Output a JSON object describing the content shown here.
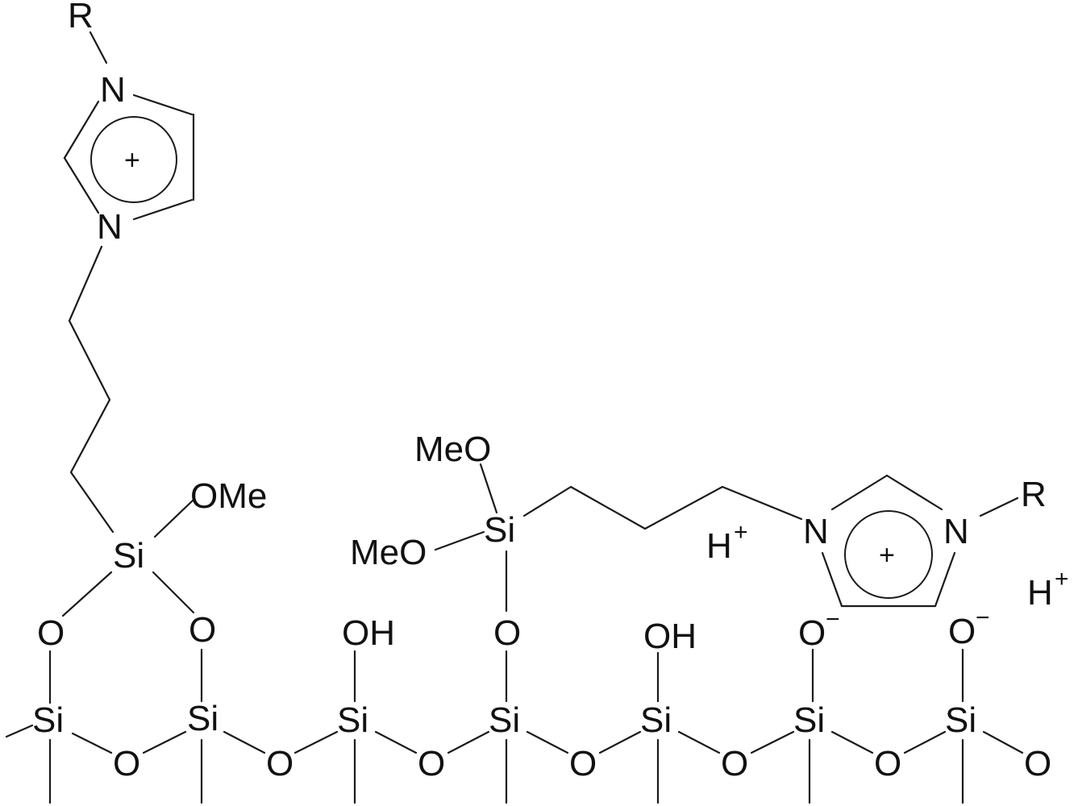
{
  "labels": {
    "r_top": "R",
    "n_top_1": "N",
    "ring_charge_left": "+",
    "n_top_2": "N",
    "ome_left": "OMe",
    "si_left": "Si",
    "meo_upper": "MeO",
    "meo_lower": "MeO",
    "si_right": "Si",
    "h_plus_1": "H",
    "h_plus_1_sup": "+",
    "n_right_1": "N",
    "ring_charge_right": "+",
    "n_right_2": "N",
    "r_right": "R",
    "h_plus_2": "H",
    "h_plus_2_sup": "+",
    "o_1": "O",
    "o_2": "O",
    "oh_1": "OH",
    "o_3": "O",
    "oh_2": "OH",
    "o_minus_1": "O",
    "o_minus_1_sup": "−",
    "o_minus_2": "O",
    "o_minus_2_sup": "−",
    "si_b1": "Si",
    "si_b2": "Si",
    "si_b3": "Si",
    "si_b4": "Si",
    "si_b5": "Si",
    "si_b6": "Si",
    "si_b7": "Si",
    "o_b1": "O",
    "o_b2": "O",
    "o_b3": "O",
    "o_b4": "O",
    "o_b5": "O",
    "o_b6": "O",
    "o_b7": "O"
  }
}
